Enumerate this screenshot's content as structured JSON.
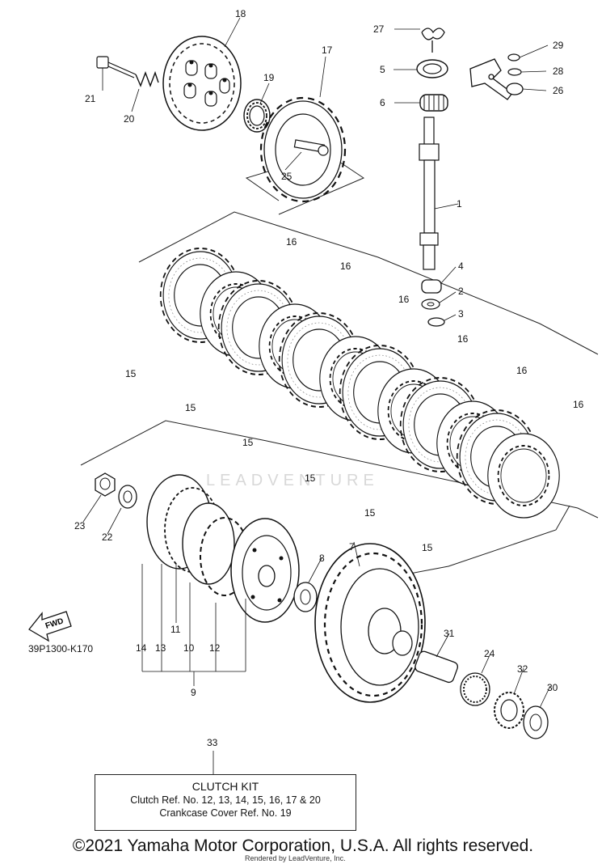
{
  "diagram": {
    "reference_code": "39P1300-K170",
    "watermark": "LEADVENTURE",
    "fwd_label": "FWD",
    "callouts": {
      "c1": "1",
      "c2": "2",
      "c3": "3",
      "c4": "4",
      "c5": "5",
      "c6": "6",
      "c7": "7",
      "c8": "8",
      "c9": "9",
      "c10": "10",
      "c11": "11",
      "c12": "12",
      "c13": "13",
      "c14": "14",
      "c15": "15",
      "c16": "16",
      "c17": "17",
      "c18": "18",
      "c19": "19",
      "c20": "20",
      "c21": "21",
      "c22": "22",
      "c23": "23",
      "c24": "24",
      "c25": "25",
      "c26": "26",
      "c27": "27",
      "c28": "28",
      "c29": "29",
      "c30": "30",
      "c31": "31",
      "c32": "32",
      "c33": "33"
    }
  },
  "kit": {
    "title": "CLUTCH KIT",
    "line1": "Clutch Ref. No. 12, 13, 14, 15, 16, 17 & 20",
    "line2": "Crankcase Cover Ref. No. 19"
  },
  "footer": {
    "copyright": "©2021 Yamaha Motor Corporation, U.S.A. All rights reserved.",
    "rendered_by": "Rendered by LeadVenture, Inc."
  }
}
